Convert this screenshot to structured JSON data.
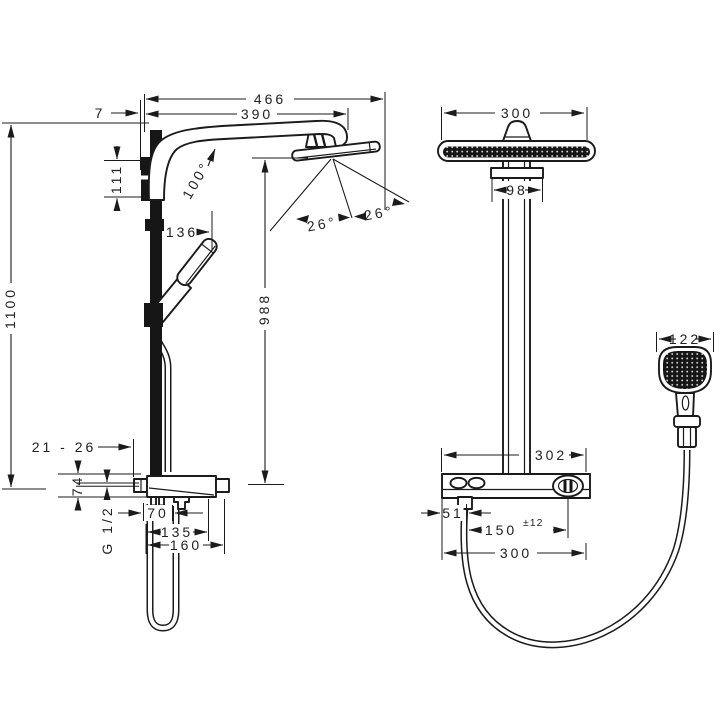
{
  "colors": {
    "line": "#1b1b1b",
    "text": "#222222",
    "background": "#ffffff"
  },
  "side": {
    "total_width": "466",
    "arm_reach": "390",
    "wall_offset": "7",
    "bracket_height": "111",
    "holder_offset": "136",
    "arm_angle": "100°",
    "spray_angle_left": "26°",
    "spray_angle_right": "26°",
    "total_height": "1100",
    "head_height": "988",
    "wall_distance": "21 - 26",
    "valve_height": "74",
    "connection_thread": "G 1/2",
    "inlet_spacing": "70",
    "valve_width_inner": "135",
    "valve_width_outer": "160"
  },
  "front": {
    "head_width": "300",
    "bracket_width": "98",
    "valve_width": "302",
    "hand_shower_width": "122",
    "hose_offset": "51",
    "dial_offset": "150",
    "dial_tolerance": "±12",
    "valve_span": "300"
  }
}
